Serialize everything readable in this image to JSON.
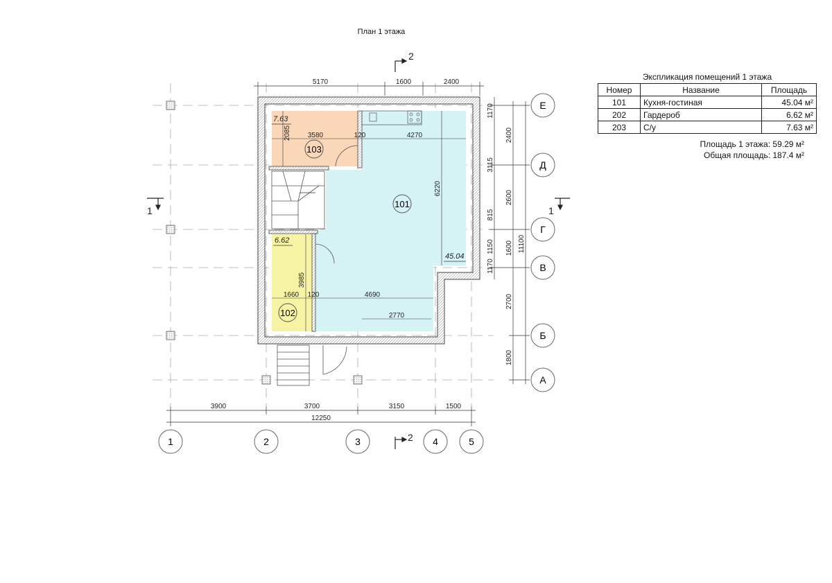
{
  "title": "План 1 этажа",
  "explication": {
    "title": "Экспликация помещений 1 этажа",
    "headers": [
      "Номер",
      "Название",
      "Площадь"
    ],
    "rows": [
      {
        "number": "101",
        "name": "Кухня-гостиная",
        "area": "45.04 м²"
      },
      {
        "number": "202",
        "name": "Гардероб",
        "area": "6.62 м²"
      },
      {
        "number": "203",
        "name": "С/у",
        "area": "7.63 м²"
      }
    ],
    "floor_area": "Площадь 1 этажа: 59.29 м²",
    "total_area": "Общая площадь: 187.4 м²"
  },
  "axes": {
    "vertical": [
      "1",
      "2",
      "3",
      "4",
      "5"
    ],
    "horizontal": [
      "Е",
      "Д",
      "Г",
      "В",
      "Б",
      "А"
    ]
  },
  "dimensions": {
    "bottom_chain": [
      "3900",
      "3700",
      "3150",
      "1500"
    ],
    "bottom_total": "12250",
    "top_chain": [
      "5170",
      "1600",
      "2400"
    ],
    "right_inner": [
      "1170",
      "3115",
      "815",
      "1150",
      "1170"
    ],
    "right_middle": [
      "2400",
      "2600",
      "1600",
      "2700",
      "1800"
    ],
    "right_total": "11100",
    "interior": [
      "3580",
      "120",
      "4270",
      "2085",
      "6220",
      "3985",
      "1660",
      "120",
      "4690",
      "2770"
    ]
  },
  "rooms": [
    {
      "number": "101",
      "area": "45.04",
      "color": "#d5f2f4"
    },
    {
      "number": "102",
      "area": "6.62",
      "color": "#f6f4a4"
    },
    {
      "number": "103",
      "area": "7.63",
      "color": "#fad7b8"
    }
  ],
  "section_marks": {
    "top": "2",
    "bottom": "2",
    "left": "1",
    "right": "1"
  },
  "colors": {
    "wall_hatch": "#9a9a9a",
    "grid_line": "#aaaaaa"
  }
}
